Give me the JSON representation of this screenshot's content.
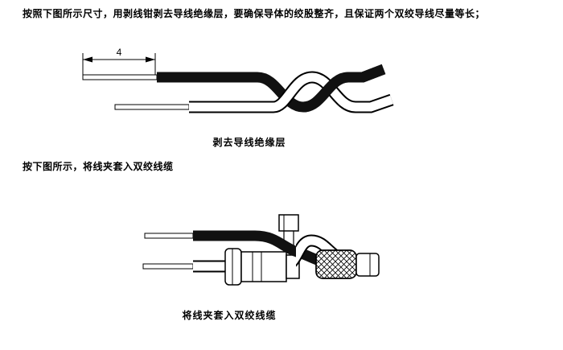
{
  "page": {
    "instruction1": "按照下图所示尺寸，用剥线钳剥去导线绝缘层，要确保导体的绞股整齐，且保证两个双绞导线尽量等长；",
    "instruction2": "按下图所示，将线夹套入双绞线缆",
    "figure1": {
      "dimension_label": "4",
      "caption": "剥去导线绝缘层"
    },
    "figure2": {
      "caption": "将线夹套入双绞线缆"
    },
    "colors": {
      "ink": "#111111",
      "paper": "#ffffff"
    }
  }
}
